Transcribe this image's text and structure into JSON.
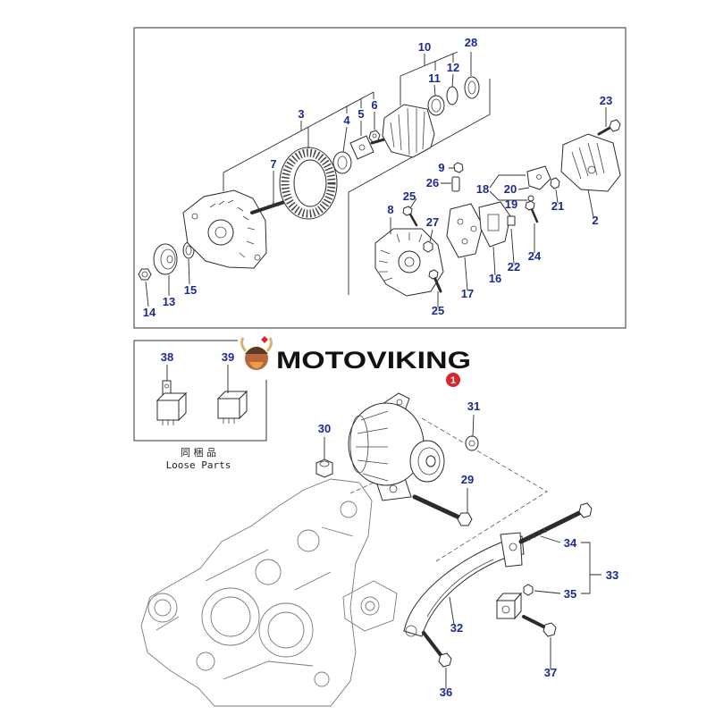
{
  "logo": {
    "text": "MOTOVIKING",
    "icon": "viking-head-icon"
  },
  "marker": "1",
  "exploded_view": {
    "callouts": [
      "10",
      "28",
      "11",
      "12",
      "3",
      "4",
      "5",
      "6",
      "23",
      "7",
      "9",
      "26",
      "18",
      "20",
      "19",
      "21",
      "2",
      "8",
      "25",
      "27",
      "17",
      "16",
      "22",
      "24",
      "25",
      "15",
      "13",
      "14"
    ]
  },
  "loose_parts": {
    "title_jp": "同 梱 品",
    "title_en": "Loose Parts",
    "callouts": [
      "38",
      "39"
    ]
  },
  "mounting": {
    "callouts": [
      "31",
      "30",
      "29",
      "34",
      "33",
      "35",
      "32",
      "37",
      "36"
    ]
  },
  "colors": {
    "callout": "#1c2b8f",
    "marker": "#d8262f",
    "line": "#2b2b2b",
    "logo": "#111111"
  }
}
